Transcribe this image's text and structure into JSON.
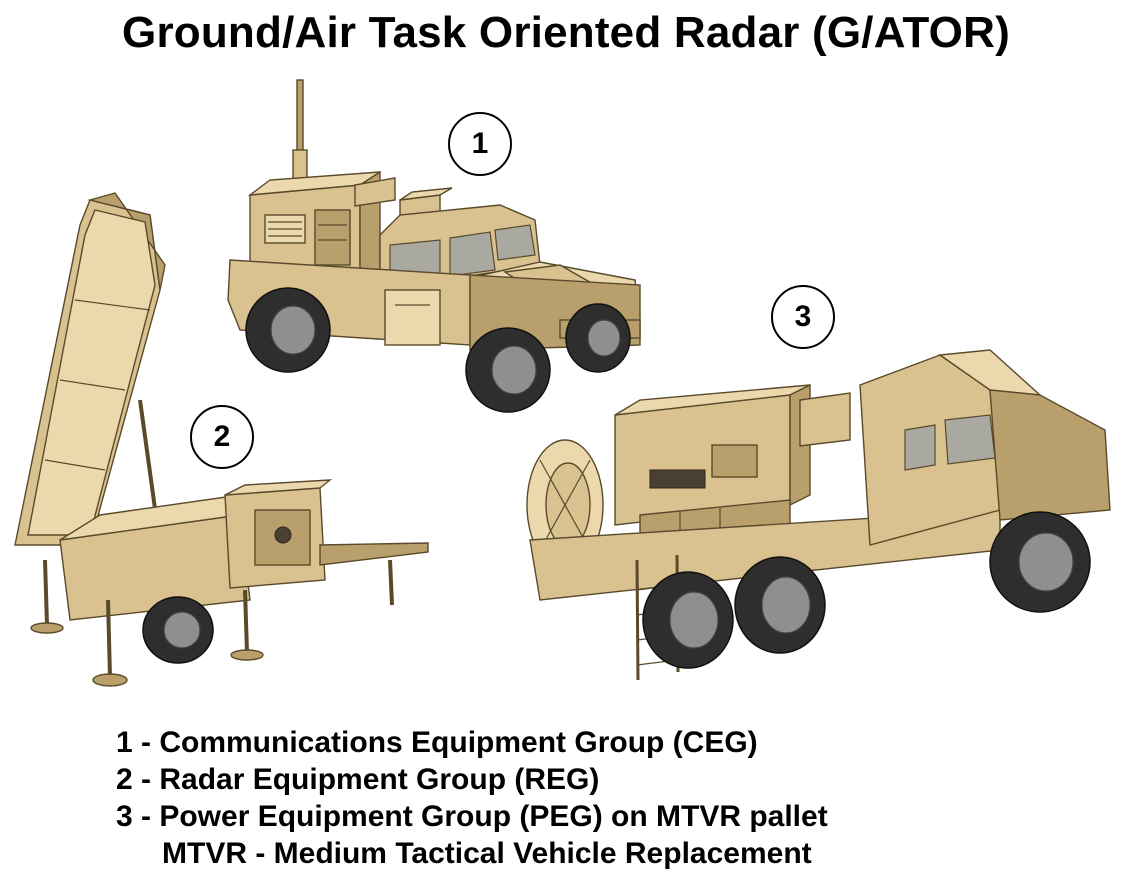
{
  "title": "Ground/Air Task Oriented Radar (G/ATOR)",
  "callouts": [
    "1",
    "2",
    "3"
  ],
  "legend": [
    "1 - Communications Equipment Group (CEG)",
    "2 - Radar Equipment Group (REG)",
    "3 - Power Equipment Group (PEG) on MTVR pallet",
    "MTVR - Medium Tactical Vehicle Replacement"
  ],
  "colors": {
    "vehicle_tan": "#d9c28f",
    "vehicle_shadow": "#b99f6b",
    "vehicle_light": "#ebd9ad",
    "tire": "#2e2e2e",
    "hub": "#8f8f8f"
  }
}
